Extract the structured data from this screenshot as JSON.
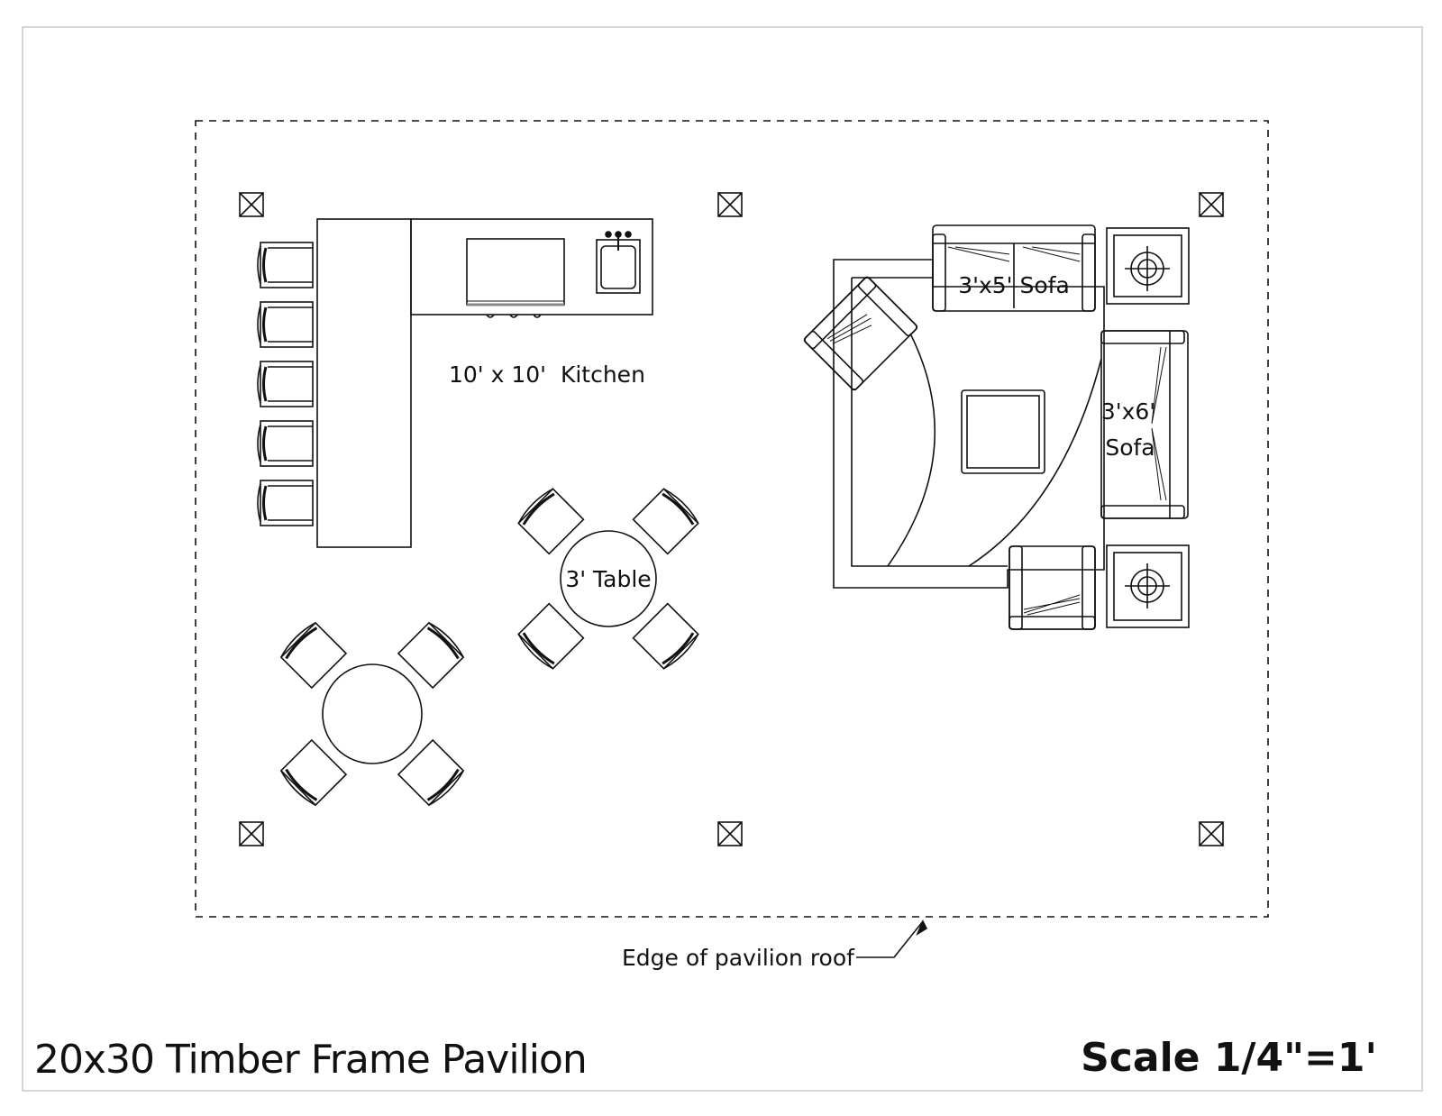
{
  "drawing": {
    "title": "20x30 Timber Frame Pavilion",
    "scale": "Scale 1/4\"=1'"
  },
  "labels": {
    "kitchen": "10' x 10'  Kitchen",
    "table": "3' Table",
    "sofa_small": "3'x5' Sofa",
    "sofa_large_line1": "3'x6'",
    "sofa_large_line2": "Sofa",
    "roof_edge": "Edge of pavilion roof"
  }
}
